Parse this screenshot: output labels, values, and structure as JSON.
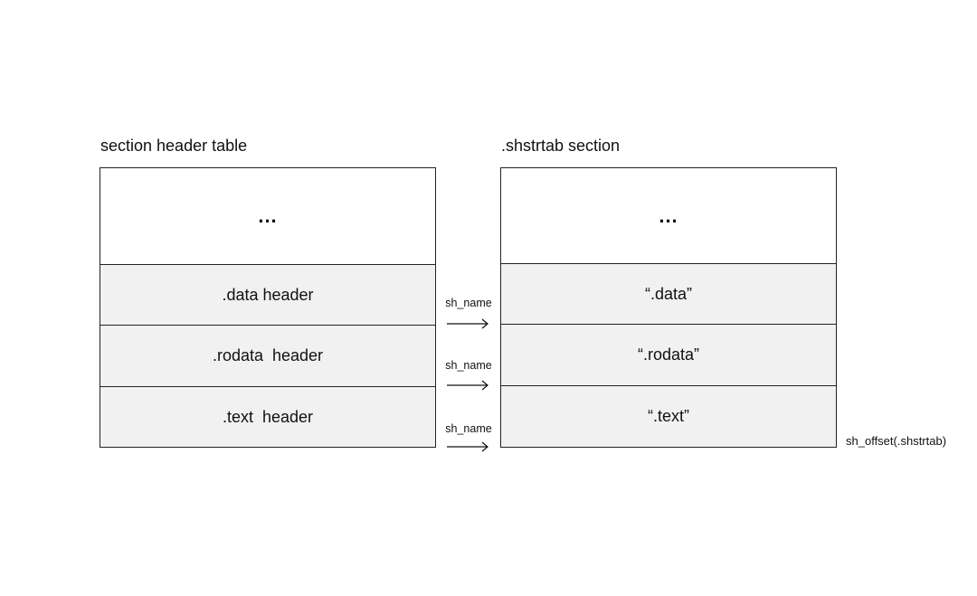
{
  "left_table": {
    "title": "section header table",
    "ellipsis": "...",
    "rows": [
      {
        "label": ".data header"
      },
      {
        "label": ".rodata  header"
      },
      {
        "label": ".text  header"
      }
    ]
  },
  "right_table": {
    "title": ".shstrtab section",
    "ellipsis": "...",
    "rows": [
      {
        "label": "“.data”"
      },
      {
        "label": "“.rodata”"
      },
      {
        "label": "“.text”"
      }
    ]
  },
  "arrows": [
    {
      "label": "sh_name"
    },
    {
      "label": "sh_name"
    },
    {
      "label": "sh_name"
    }
  ],
  "offset_label": "sh_offset(.shstrtab)"
}
